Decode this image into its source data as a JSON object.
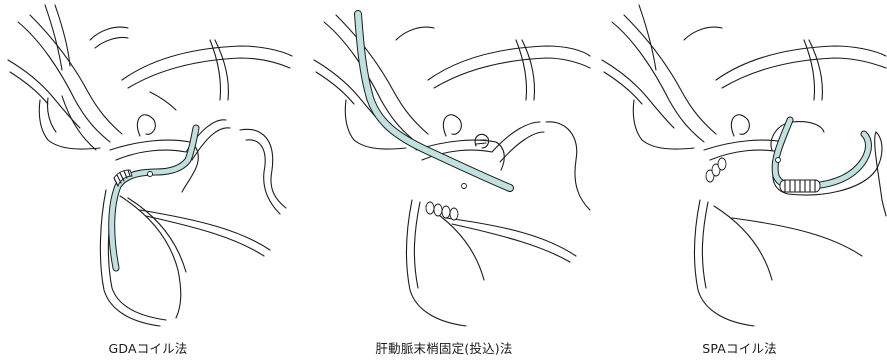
{
  "panels": [
    {
      "caption": "GDAコイル法"
    },
    {
      "caption": "肝動脈末梢固定(投込)法"
    },
    {
      "caption": "SPAコイル法"
    }
  ],
  "colors": {
    "line": "#1c1c1c",
    "catheter_fill": "#bfe1df",
    "background": "#ffffff"
  }
}
